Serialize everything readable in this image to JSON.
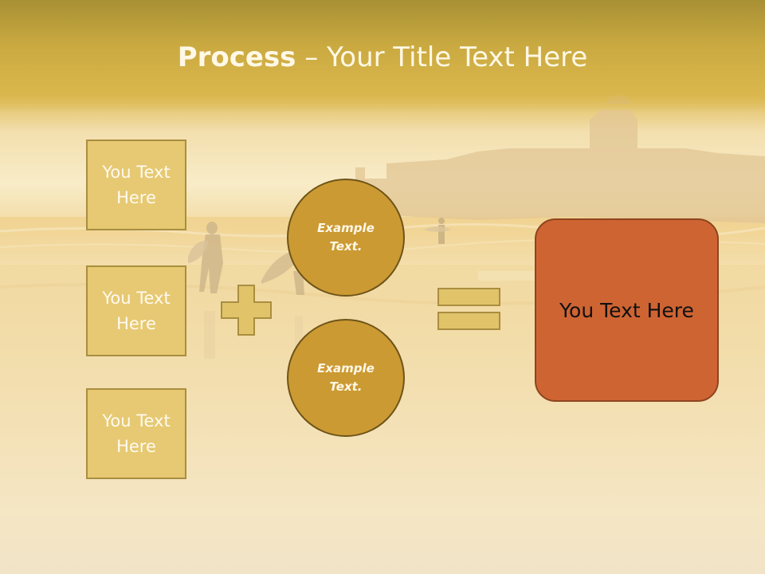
{
  "title": {
    "bold": "Process",
    "rest": " – Your Title Text Here"
  },
  "left_boxes": [
    "You Text Here",
    "You Text Here",
    "You Text Here"
  ],
  "circles": [
    "Example Text.",
    "Example Text."
  ],
  "result": "You Text Here",
  "colors": {
    "box_fill": "#e6c972",
    "circle_fill": "#cc9a33",
    "result_fill": "#cf6433",
    "symbol_fill": "#e1c46a"
  }
}
